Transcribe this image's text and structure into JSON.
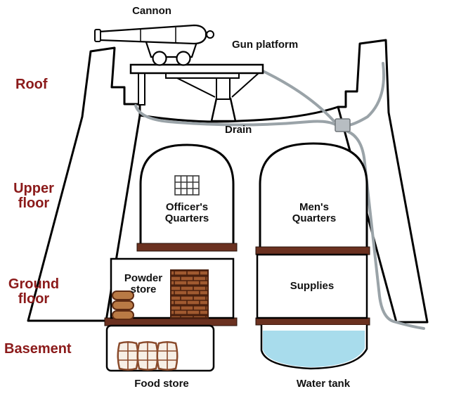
{
  "diagram": {
    "type": "cross-section tower diagram",
    "labels": {
      "cannon": "Cannon",
      "gun_platform": "Gun platform",
      "roof": "Roof",
      "drain": "Drain",
      "upper_floor": "Upper\nfloor",
      "officers_quarters": "Officer's\nQuarters",
      "mens_quarters": "Men's\nQuarters",
      "ground_floor": "Ground\nfloor",
      "powder_store": "Powder\nstore",
      "supplies": "Supplies",
      "basement": "Basement",
      "food_store": "Food store",
      "water_tank": "Water tank"
    },
    "colors": {
      "label_red": "#8b1a1a",
      "label_black": "#111111",
      "outline_black": "#000000",
      "floor_brown": "#6b3120",
      "barrel_brown": "#8a4a2b",
      "keg_fill": "#b97a45",
      "stack_brown": "#a05a30",
      "stack_line": "#4a200e",
      "water_blue": "#a8dcec",
      "pipe_gray": "#9aa3a8",
      "drain_box_gray": "#b7bdc2"
    }
  }
}
